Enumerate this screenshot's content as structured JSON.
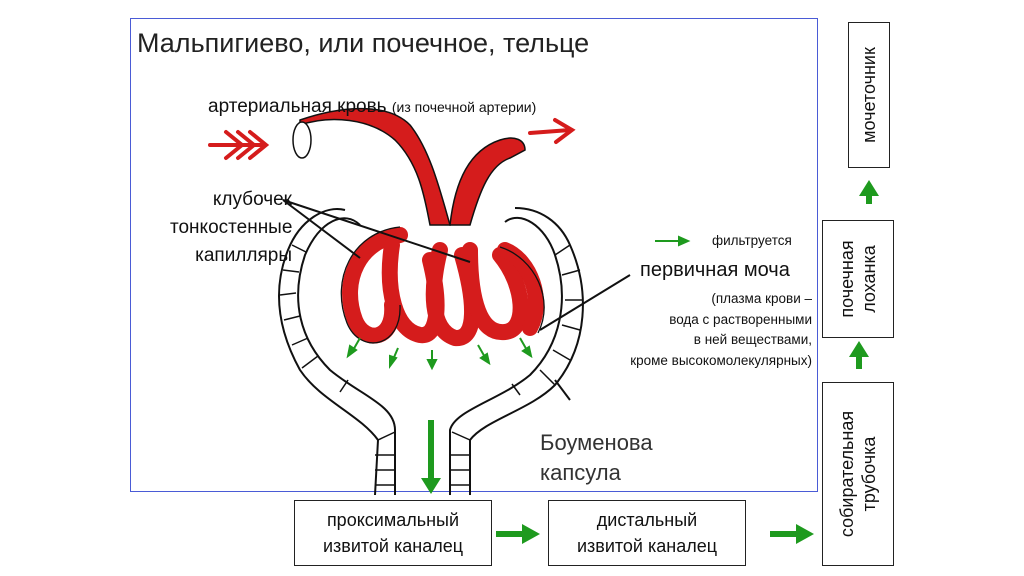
{
  "title": "Мальпигиево, или почечное, тельце",
  "arterial": {
    "main": "артериальная кровь",
    "note": "(из почечной артерии)"
  },
  "labels": {
    "glomerulus": "клубочек",
    "capillaries_1": "тонкостенные",
    "capillaries_2": "капилляры",
    "filtered": "фильтруется",
    "primary_urine": "первичная моча",
    "plasma_1": "(плазма крови –",
    "plasma_2": "вода с растворенными",
    "plasma_3": "в ней веществами,",
    "plasma_4": "кроме высокомолекулярных)",
    "bowman_1": "Боуменова",
    "bowman_2": "капсула"
  },
  "flow": {
    "proximal_1": "проксимальный",
    "proximal_2": "извитой каналец",
    "distal_1": "дистальный",
    "distal_2": "извитой каналец",
    "collecting_1": "собирательная",
    "collecting_2": "трубочка",
    "pelvis_1": "почечная",
    "pelvis_2": "лоханка",
    "ureter": "мочеточник"
  },
  "colors": {
    "blood": "#d51c1c",
    "arrow_green": "#1e9a1e",
    "frame_blue": "#4a5bd6"
  }
}
